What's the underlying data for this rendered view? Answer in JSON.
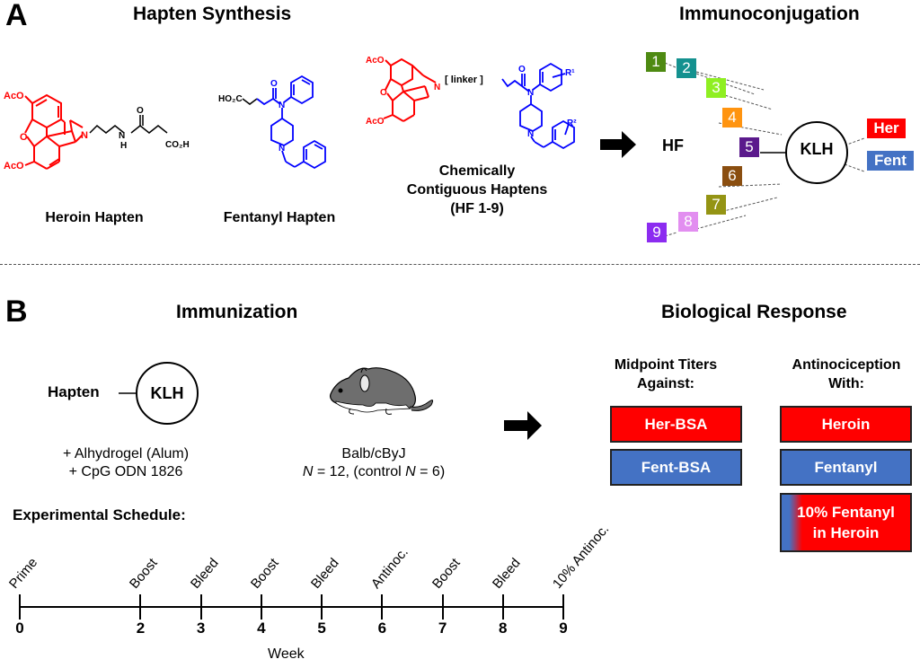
{
  "panel_a": {
    "letter": "A",
    "left_title": "Hapten Synthesis",
    "right_title": "Immunoconjugation",
    "structures": [
      {
        "caption": "Heroin Hapten",
        "labels": {
          "aco_top": "AcO",
          "aco_bottom": "AcO",
          "o": "O",
          "n": "N",
          "nh": "N",
          "h": "H",
          "carbonyl": "O",
          "acid": "CO₂H"
        }
      },
      {
        "caption": "Fentanyl Hapten",
        "labels": {
          "acid": "HO₂C",
          "carbonyl": "O",
          "n_amide": "N",
          "n_pip": "N"
        }
      },
      {
        "caption_lines": [
          "Chemically",
          "Contiguous Haptens",
          "(HF 1-9)"
        ],
        "labels": {
          "aco_top": "AcO",
          "aco_bottom": "AcO",
          "o": "O",
          "n": "N",
          "linker": "[ linker ]",
          "carbonyl": "O",
          "n_amide": "N",
          "n_pip": "N",
          "r1": "R¹",
          "r2": "R²"
        }
      }
    ],
    "conjugation": {
      "hf_label": "HF",
      "carrier": "KLH",
      "haptens": [
        {
          "num": "1",
          "color": "#4e8a12"
        },
        {
          "num": "2",
          "color": "#14918f"
        },
        {
          "num": "3",
          "color": "#8fef22"
        },
        {
          "num": "4",
          "color": "#ff9410"
        },
        {
          "num": "5",
          "color": "#5b1a8c"
        },
        {
          "num": "6",
          "color": "#8a4e10"
        },
        {
          "num": "7",
          "color": "#949414"
        },
        {
          "num": "8",
          "color": "#e28ef0"
        },
        {
          "num": "9",
          "color": "#8c2cf0"
        }
      ],
      "tags": [
        {
          "label": "Her",
          "color": "#ff0000"
        },
        {
          "label": "Fent",
          "color": "#4472c4"
        }
      ]
    }
  },
  "panel_b": {
    "letter": "B",
    "left_title": "Immunization",
    "right_title": "Biological Response",
    "vaccine": {
      "hapten_label": "Hapten",
      "carrier": "KLH",
      "adjuvants": [
        "+ Alhydrogel (Alum)",
        "+ CpG ODN 1826"
      ]
    },
    "mouse": {
      "strain": "Balb/cByJ",
      "n_prefix": "N",
      "n_value": " = 12, (control ",
      "n_prefix2": "N",
      "n_value2": " = 6)"
    },
    "titers": {
      "heading_lines": [
        "Midpoint Titers",
        "Against:"
      ],
      "boxes": [
        {
          "label": "Her-BSA",
          "color": "#ff0000"
        },
        {
          "label": "Fent-BSA",
          "color": "#4472c4"
        }
      ]
    },
    "antinociception": {
      "heading_lines": [
        "Antinociception",
        "With:"
      ],
      "boxes": [
        {
          "label": "Heroin",
          "color": "#ff0000"
        },
        {
          "label": "Fentanyl",
          "color": "#4472c4"
        },
        {
          "label_lines": [
            "10% Fentanyl",
            "in Heroin"
          ],
          "fentanyl_fraction": 0.1
        }
      ]
    },
    "schedule": {
      "title": "Experimental Schedule:",
      "axis_label": "Week",
      "events": [
        {
          "week": 0,
          "label": "Prime"
        },
        {
          "week": 2,
          "label": "Boost"
        },
        {
          "week": 3,
          "label": "Bleed"
        },
        {
          "week": 4,
          "label": "Boost"
        },
        {
          "week": 5,
          "label": "Bleed"
        },
        {
          "week": 6,
          "label": "Antinoc."
        },
        {
          "week": 7,
          "label": "Boost"
        },
        {
          "week": 8,
          "label": "Bleed"
        },
        {
          "week": 9,
          "label": "10% Antinoc."
        }
      ],
      "week_range": [
        0,
        9
      ]
    }
  }
}
